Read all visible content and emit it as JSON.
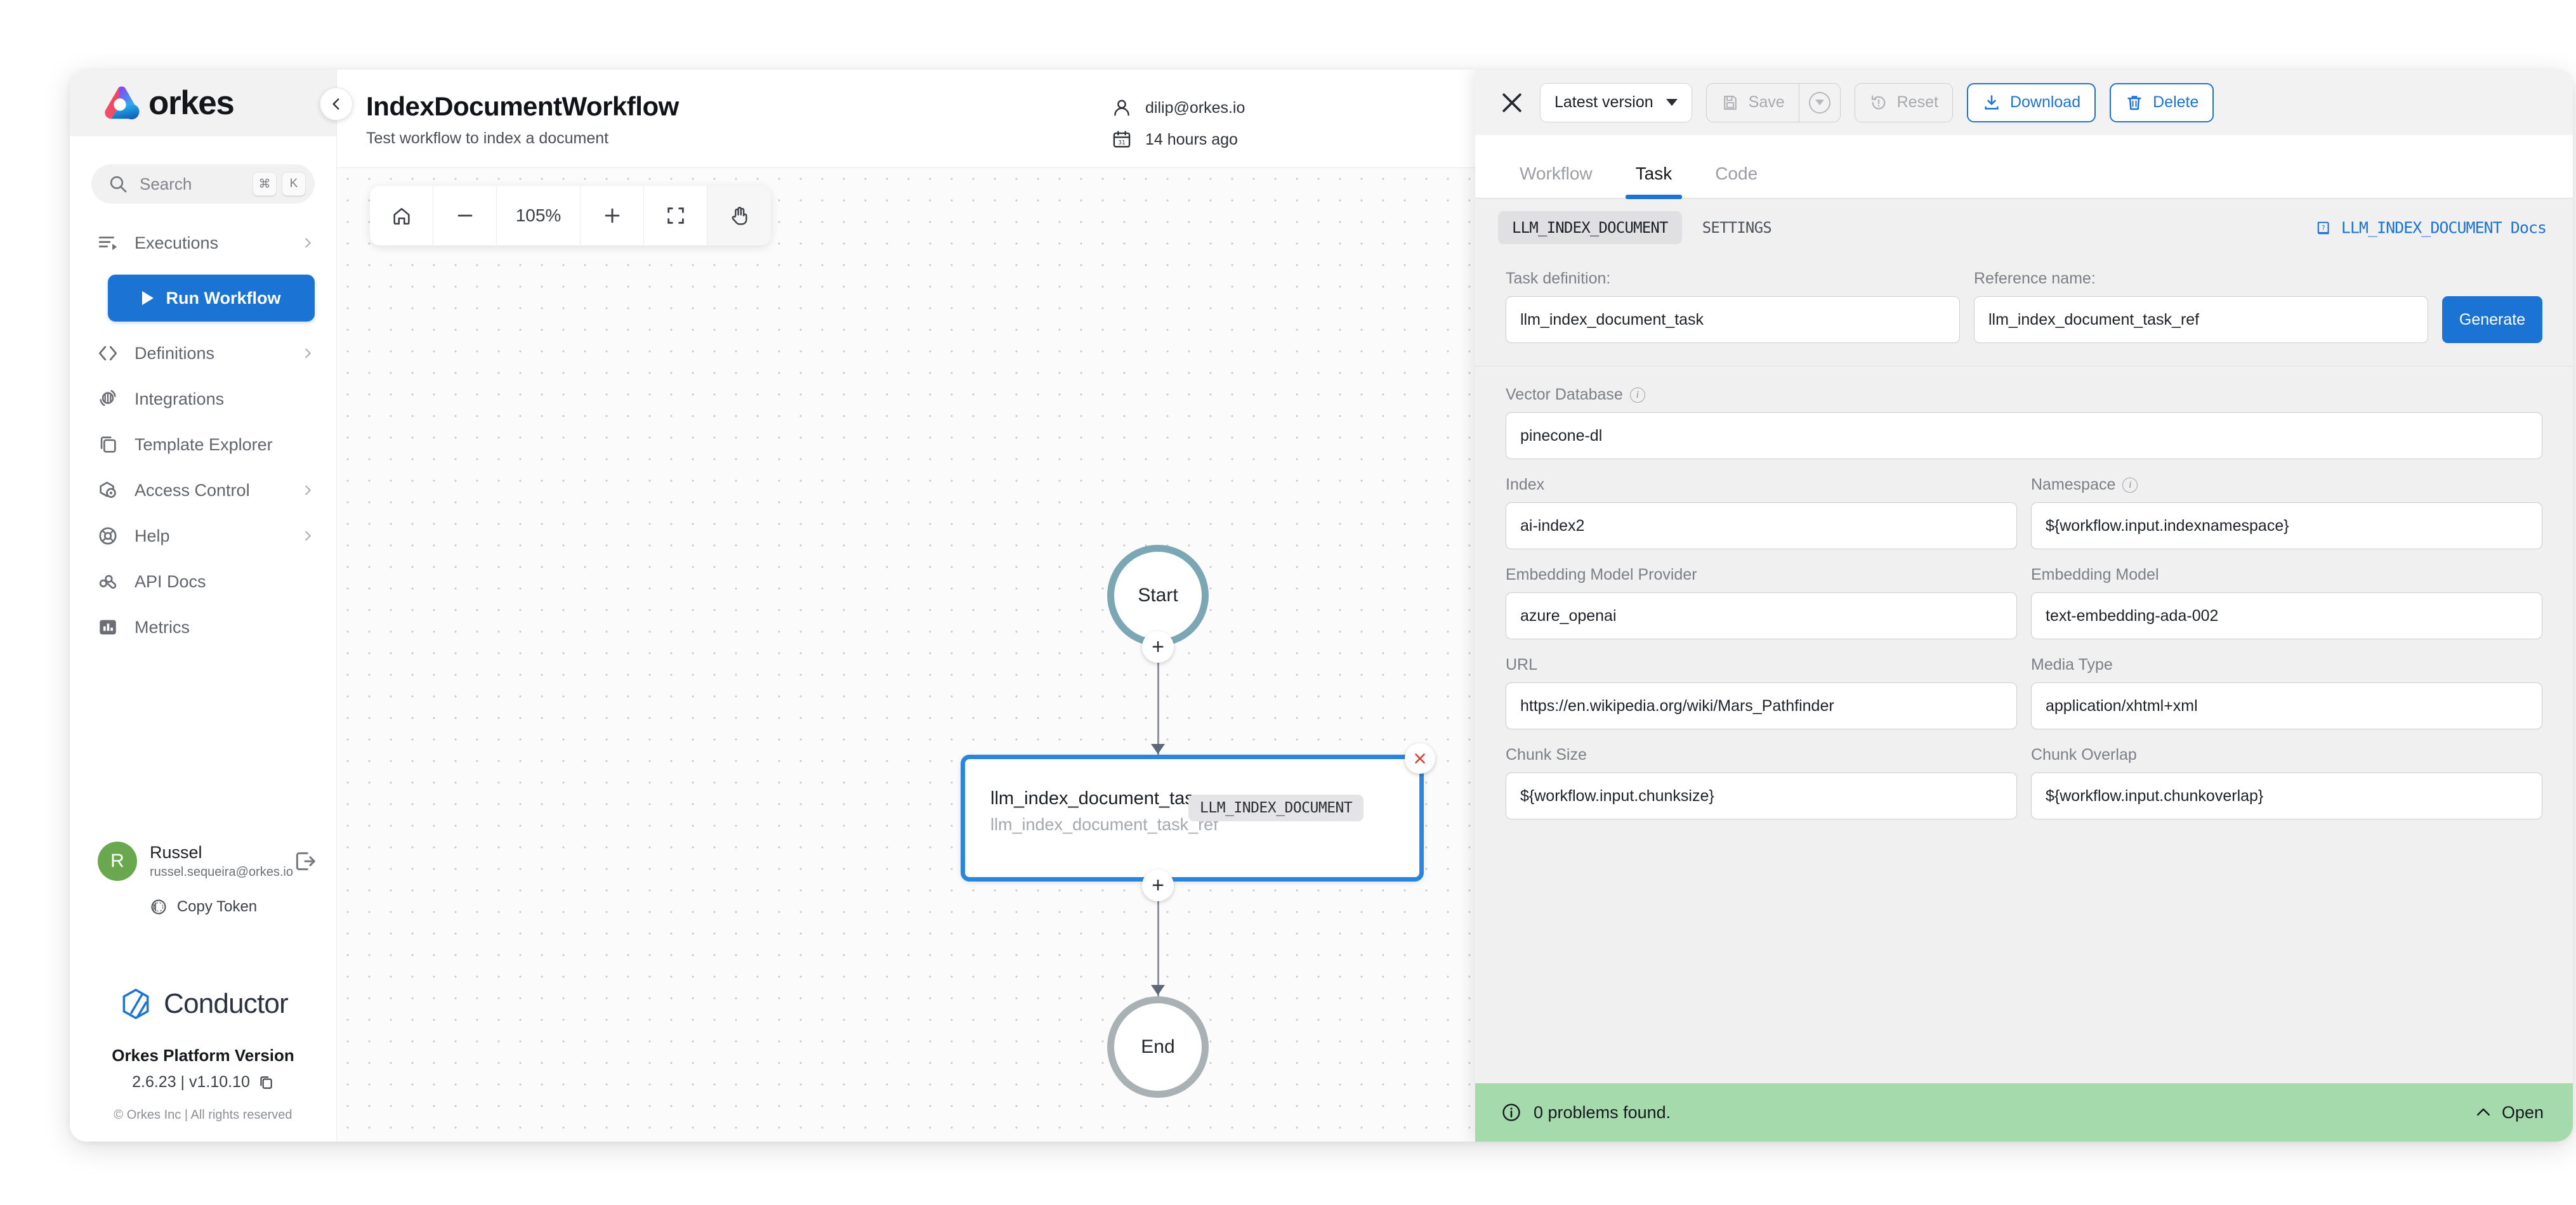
{
  "sidebar": {
    "brand": "orkes",
    "collapse_icon": "chevron-left-icon",
    "search": {
      "placeholder": "Search",
      "icon": "search-icon",
      "kbd": [
        "⌘",
        "K"
      ]
    },
    "items": [
      {
        "label": "Executions",
        "icon": "executions-icon",
        "chevron": true
      },
      {
        "label": "Definitions",
        "icon": "code-brackets-icon",
        "chevron": true
      },
      {
        "label": "Integrations",
        "icon": "integrations-icon",
        "chevron": false
      },
      {
        "label": "Template Explorer",
        "icon": "copy-icon",
        "chevron": false
      },
      {
        "label": "Access Control",
        "icon": "access-control-icon",
        "chevron": true
      },
      {
        "label": "Help",
        "icon": "lifebuoy-icon",
        "chevron": true
      },
      {
        "label": "API Docs",
        "icon": "api-docs-icon",
        "chevron": false
      },
      {
        "label": "Metrics",
        "icon": "metrics-icon",
        "chevron": false
      }
    ],
    "run_workflow_label": "Run Workflow",
    "user": {
      "initial": "R",
      "name": "Russel",
      "email": "russel.sequeira@orkes.io",
      "avatar_color": "#6aa84f"
    },
    "copy_token_label": "Copy Token",
    "conductor_label": "Conductor",
    "platform_version_label": "Orkes Platform Version",
    "platform_version_value": "2.6.23 | v1.10.10",
    "copyright": "© Orkes Inc | All rights reserved"
  },
  "workflow_header": {
    "title": "IndexDocumentWorkflow",
    "subtitle": "Test workflow to index a document",
    "owner": "dilip@orkes.io",
    "updated": "14 hours ago"
  },
  "canvas": {
    "zoom_level": "105%",
    "toolbar_icons": [
      "home-icon",
      "minus-icon",
      "zoom-level",
      "plus-icon",
      "fit-screen-icon",
      "pan-hand-icon"
    ],
    "start_label": "Start",
    "end_label": "End",
    "task_node": {
      "title": "llm_index_document_tas",
      "ref": "llm_index_document_task_ref",
      "badge": "LLM_INDEX_DOCUMENT"
    }
  },
  "panel": {
    "close_icon": "close-icon",
    "version_select": "Latest version",
    "buttons": {
      "save": "Save",
      "reset": "Reset",
      "download": "Download",
      "delete": "Delete"
    },
    "tabs": [
      {
        "label": "Workflow",
        "active": false
      },
      {
        "label": "Task",
        "active": true
      },
      {
        "label": "Code",
        "active": false
      }
    ],
    "subtabs": [
      {
        "label": "LLM_INDEX_DOCUMENT",
        "active": true
      },
      {
        "label": "SETTINGS",
        "active": false
      }
    ],
    "docs_link": "LLM_INDEX_DOCUMENT Docs",
    "definition": {
      "task_definition_label": "Task definition:",
      "task_definition_value": "llm_index_document_task",
      "reference_name_label": "Reference name:",
      "reference_name_value": "llm_index_document_task_ref",
      "generate_label": "Generate"
    },
    "params": [
      {
        "label": "Vector Database",
        "value": "pinecone-dl",
        "info": true,
        "full": true
      },
      {
        "label": "Index",
        "value": "ai-index2",
        "info": false,
        "label2": "Namespace",
        "value2": "${workflow.input.indexnamespace}",
        "info2": true
      },
      {
        "label": "Embedding Model Provider",
        "value": "azure_openai",
        "info": false,
        "label2": "Embedding Model",
        "value2": "text-embedding-ada-002",
        "info2": false
      },
      {
        "label": "URL",
        "value": "https://en.wikipedia.org/wiki/Mars_Pathfinder",
        "info": false,
        "label2": "Media Type",
        "value2": "application/xhtml+xml",
        "info2": false
      },
      {
        "label": "Chunk Size",
        "value": "${workflow.input.chunksize}",
        "info": false,
        "label2": "Chunk Overlap",
        "value2": "${workflow.input.chunkoverlap}",
        "info2": false
      }
    ],
    "problems": {
      "text": "0 problems found.",
      "open_label": "Open",
      "bg": "#a5dbac"
    }
  }
}
